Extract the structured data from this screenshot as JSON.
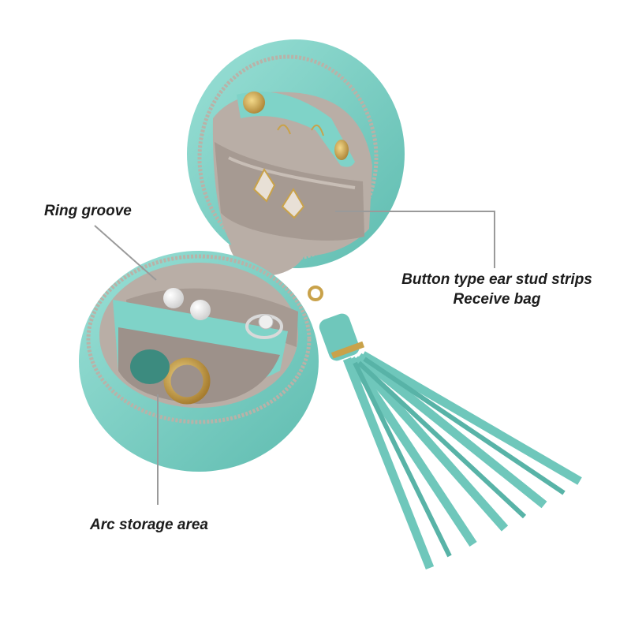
{
  "callouts": {
    "ring_groove": "Ring groove",
    "button_strips": "Button type ear stud strips",
    "receive_bag": "Receive bag",
    "arc_storage": "Arc storage area"
  },
  "colors": {
    "leather": "#7fd3c8",
    "leather_dark": "#5fbcb0",
    "velvet": "#b9aea6",
    "velvet_dark": "#a1958c",
    "gold": "#c9a24a",
    "leader_line": "#9a9a9a"
  }
}
